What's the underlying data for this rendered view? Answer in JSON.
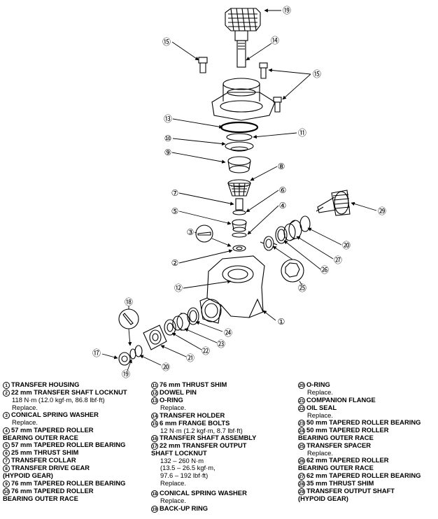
{
  "callouts": [
    {
      "id": "19",
      "label": "⑲"
    },
    {
      "id": "15a",
      "label": "⑮"
    },
    {
      "id": "14",
      "label": "⑭"
    },
    {
      "id": "15b",
      "label": "⑮"
    },
    {
      "id": "13",
      "label": "⑬"
    },
    {
      "id": "10",
      "label": "⑩"
    },
    {
      "id": "11",
      "label": "⑪"
    },
    {
      "id": "9",
      "label": "⑨"
    },
    {
      "id": "8",
      "label": "⑧"
    },
    {
      "id": "7",
      "label": "⑦"
    },
    {
      "id": "6",
      "label": "⑥"
    },
    {
      "id": "5",
      "label": "⑤"
    },
    {
      "id": "4",
      "label": "④"
    },
    {
      "id": "3",
      "label": "③"
    },
    {
      "id": "2",
      "label": "②"
    },
    {
      "id": "12",
      "label": "⑫"
    },
    {
      "id": "29",
      "label": "㉙"
    },
    {
      "id": "20a",
      "label": "⑳"
    },
    {
      "id": "27",
      "label": "㉗"
    },
    {
      "id": "26",
      "label": "㉖"
    },
    {
      "id": "25",
      "label": "㉕"
    },
    {
      "id": "1",
      "label": "①"
    },
    {
      "id": "18",
      "label": "⑱"
    },
    {
      "id": "24",
      "label": "㉔"
    },
    {
      "id": "23",
      "label": "㉓"
    },
    {
      "id": "22",
      "label": "㉒"
    },
    {
      "id": "21",
      "label": "㉑"
    },
    {
      "id": "17",
      "label": "⑰"
    },
    {
      "id": "19b",
      "label": "⑲"
    },
    {
      "id": "20b",
      "label": "⑳"
    }
  ],
  "legend": {
    "col1": [
      {
        "num": "1",
        "name": "TRANSFER HOUSING",
        "note": ""
      },
      {
        "num": "2",
        "name": "22 mm TRANSFER SHAFT LOCKNUT",
        "note": "118 N·m (12.0 kgf·m, 86.8 lbf·ft)\nReplace."
      },
      {
        "num": "3",
        "name": "CONICAL SPRING WASHER",
        "note": "Replace."
      },
      {
        "num": "4",
        "name": "57 mm TAPERED ROLLER\nBEARING OUTER RACE",
        "note": ""
      },
      {
        "num": "5",
        "name": "57 mm TAPERED ROLLER BEARING",
        "note": ""
      },
      {
        "num": "6",
        "name": "25 mm THRUST SHIM",
        "note": ""
      },
      {
        "num": "7",
        "name": "TRANSFER COLLAR",
        "note": ""
      },
      {
        "num": "8",
        "name": "TRANSFER DRIVE GEAR\n(HYPOID GEAR)",
        "note": ""
      },
      {
        "num": "9",
        "name": "76 mm TAPERED ROLLER BEARING",
        "note": ""
      },
      {
        "num": "10",
        "name": "76 mm TAPERED ROLLER\nBEARING OUTER RACE",
        "note": ""
      }
    ],
    "col2": [
      {
        "num": "11",
        "name": "76 mm THRUST SHIM",
        "note": ""
      },
      {
        "num": "12",
        "name": "DOWEL PIN",
        "note": ""
      },
      {
        "num": "13",
        "name": "O-RING",
        "note": "Replace."
      },
      {
        "num": "14",
        "name": "TRANSFER HOLDER",
        "note": ""
      },
      {
        "num": "15",
        "name": "6 mm FRANGE BOLTS",
        "note": "12 N·m (1.2 kgf·m, 8.7 lbf·ft)"
      },
      {
        "num": "16",
        "name": "TRANSFER SHAFT ASSEMBLY",
        "note": ""
      },
      {
        "num": "17",
        "name": "22 mm TRANSFER OUTPUT\nSHAFT LOCKNUT",
        "note": "132 – 260 N·m\n(13.5 – 26.5 kgf·m,\n97.6 – 192 lbf·ft)\nReplace."
      },
      {
        "num": "18",
        "name": "CONICAL SPRING WASHER",
        "note": "Replace."
      },
      {
        "num": "19",
        "name": "BACK-UP RING",
        "note": ""
      }
    ],
    "col3": [
      {
        "num": "20",
        "name": "O-RING",
        "note": "Replace."
      },
      {
        "num": "21",
        "name": "COMPANION FLANGE",
        "note": ""
      },
      {
        "num": "22",
        "name": "OIL SEAL",
        "note": "Replace."
      },
      {
        "num": "23",
        "name": "50 mm TAPERED ROLLER BEARING",
        "note": ""
      },
      {
        "num": "24",
        "name": "50 mm TAPERED ROLLER\nBEARING OUTER RACE",
        "note": ""
      },
      {
        "num": "25",
        "name": "TRANSFER SPACER",
        "note": "Replace."
      },
      {
        "num": "26",
        "name": "62 mm TAPERED ROLLER\nBEARING OUTER RACE",
        "note": ""
      },
      {
        "num": "27",
        "name": "62 mm TAPERED ROLLER BEARING",
        "note": ""
      },
      {
        "num": "28",
        "name": "35 mm THRUST SHIM",
        "note": ""
      },
      {
        "num": "29",
        "name": "TRANSFER OUTPUT SHAFT\n(HYPOID GEAR)",
        "note": ""
      }
    ]
  }
}
